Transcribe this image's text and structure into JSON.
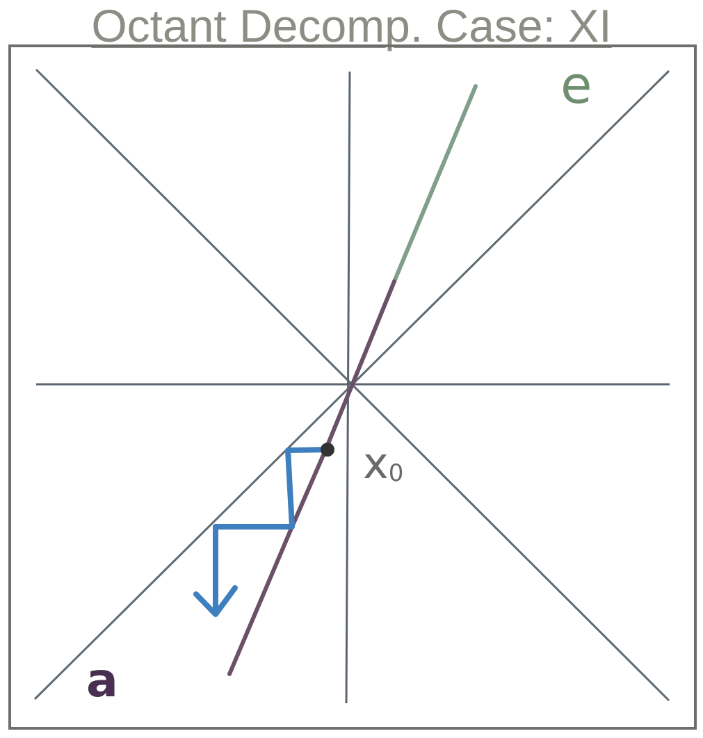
{
  "title": "Octant Decomp. Case: XI",
  "labels": {
    "e": "e",
    "a": "a",
    "x0": "x",
    "x0_sub": "0"
  },
  "colors": {
    "frame": "#6e6e6e",
    "axis": "#5b6570",
    "diagonal": "#5e6a72",
    "e_line": "#7f9f8c",
    "a_line": "#6a5068",
    "path": "#3e7fbf",
    "point": "#333333",
    "e_label": "#6f8f70",
    "a_label": "#4a3050",
    "x0_label": "#6a6a6a",
    "title": "#8d8d85"
  }
}
